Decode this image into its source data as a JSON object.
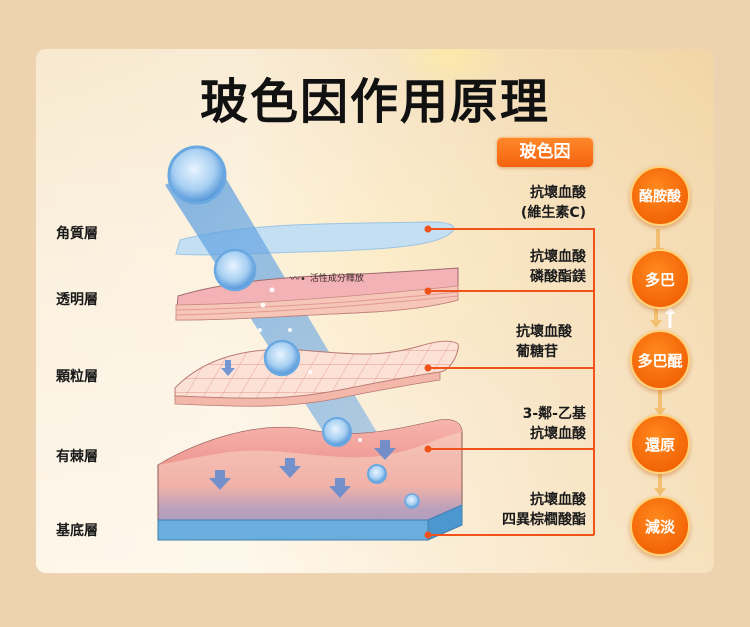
{
  "title": "玻色因作用原理",
  "tag": "玻色因",
  "layers": [
    {
      "label": "角質層"
    },
    {
      "label": "透明層"
    },
    {
      "label": "顆粒層"
    },
    {
      "label": "有棘層"
    },
    {
      "label": "基底層"
    }
  ],
  "ingredients": [
    {
      "line1": "抗壞血酸",
      "line2": "(維生素C)"
    },
    {
      "line1": "抗壞血酸",
      "line2": "磷酸酯鎂"
    },
    {
      "line1": "抗壞血酸",
      "line2": "葡糖苷"
    },
    {
      "line1": "3-鄰-乙基",
      "line2": "抗壞血酸"
    },
    {
      "line1": "抗壞血酸",
      "line2": "四異棕櫚酸酯"
    }
  ],
  "process_steps": [
    {
      "label": "酪胺酸"
    },
    {
      "label": "多巴"
    },
    {
      "label": "多巴醌"
    },
    {
      "label": "還原"
    },
    {
      "label": "減淡"
    }
  ],
  "illustration": {
    "annotation": "活性成分釋放"
  },
  "colors": {
    "background": "#edd3b0",
    "accent_orange": "#f56a0a",
    "connector": "#f0521a",
    "text": "#1a1a1a",
    "stratum_corneum": "#bcd8ee",
    "skin_pink": "#f0a3a0",
    "basal_blue": "#6aaede"
  }
}
